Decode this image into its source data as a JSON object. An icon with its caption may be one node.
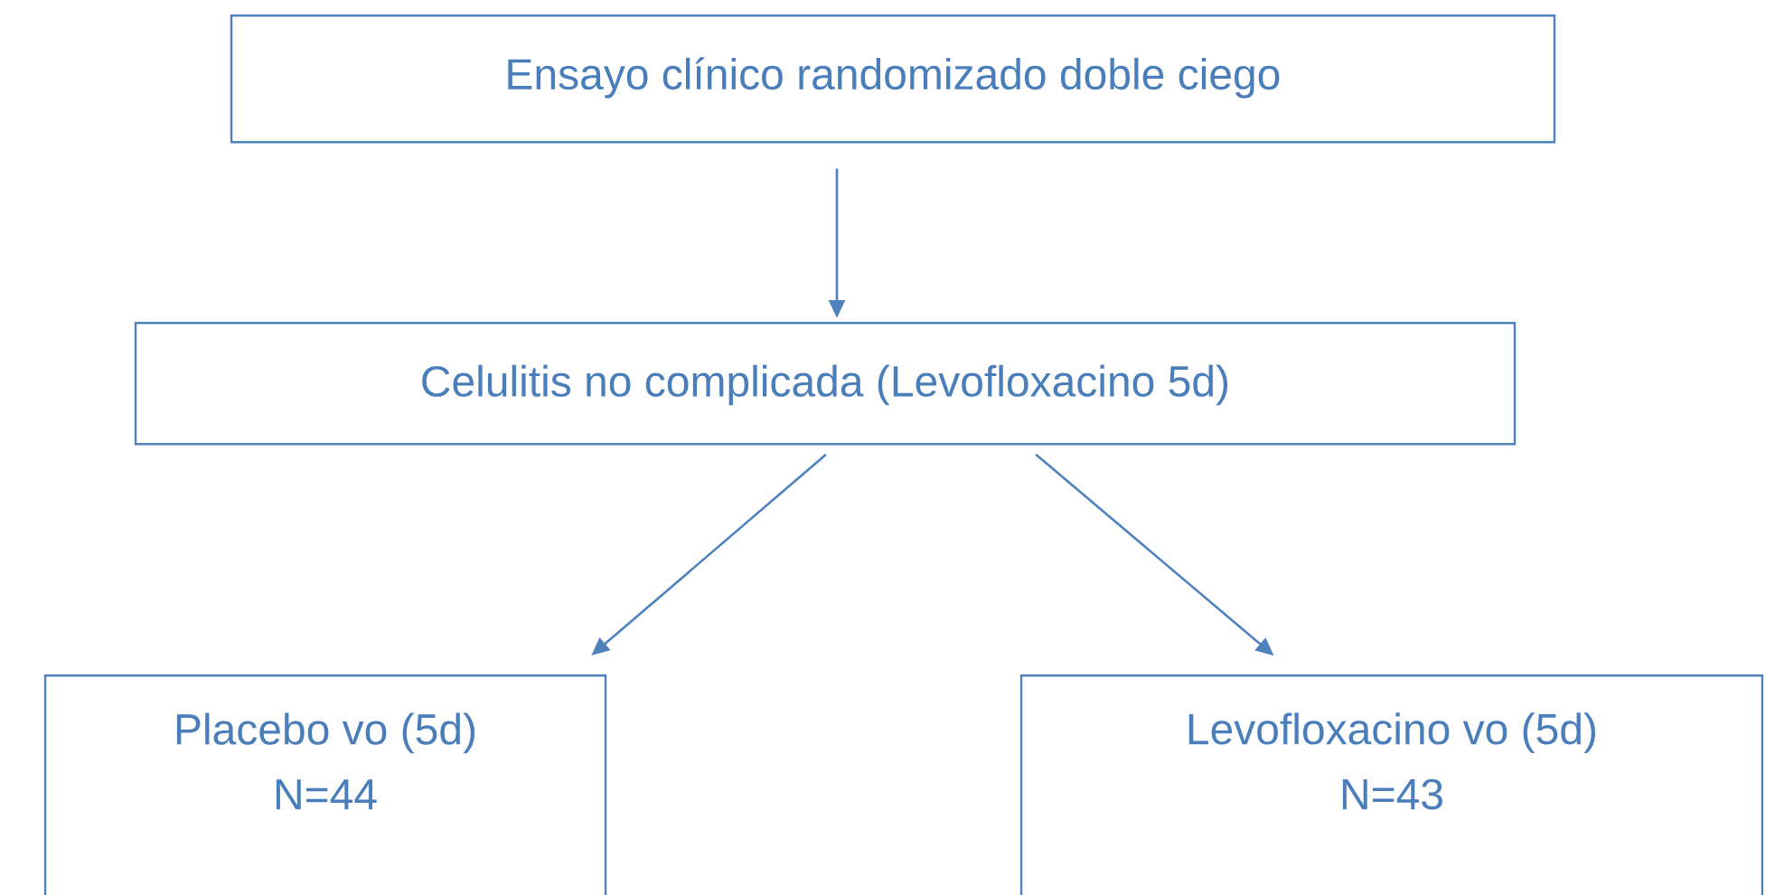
{
  "diagram": {
    "nodes": [
      {
        "text": [
          "Ensayo clínico randomizado doble ciego"
        ]
      },
      {
        "text": [
          "Celulitis no complicada (Levofloxacino 5d)"
        ]
      },
      {
        "text": [
          "Placebo vo (5d)",
          "N=44"
        ]
      },
      {
        "text": [
          "Levofloxacino vo (5d)",
          "N=43"
        ]
      }
    ],
    "edges": [
      {
        "from": 0,
        "to": 1,
        "arrow": "to"
      },
      {
        "from": 1,
        "to": 2,
        "arrow": "to"
      },
      {
        "from": 1,
        "to": 3,
        "arrow": "to"
      }
    ]
  }
}
